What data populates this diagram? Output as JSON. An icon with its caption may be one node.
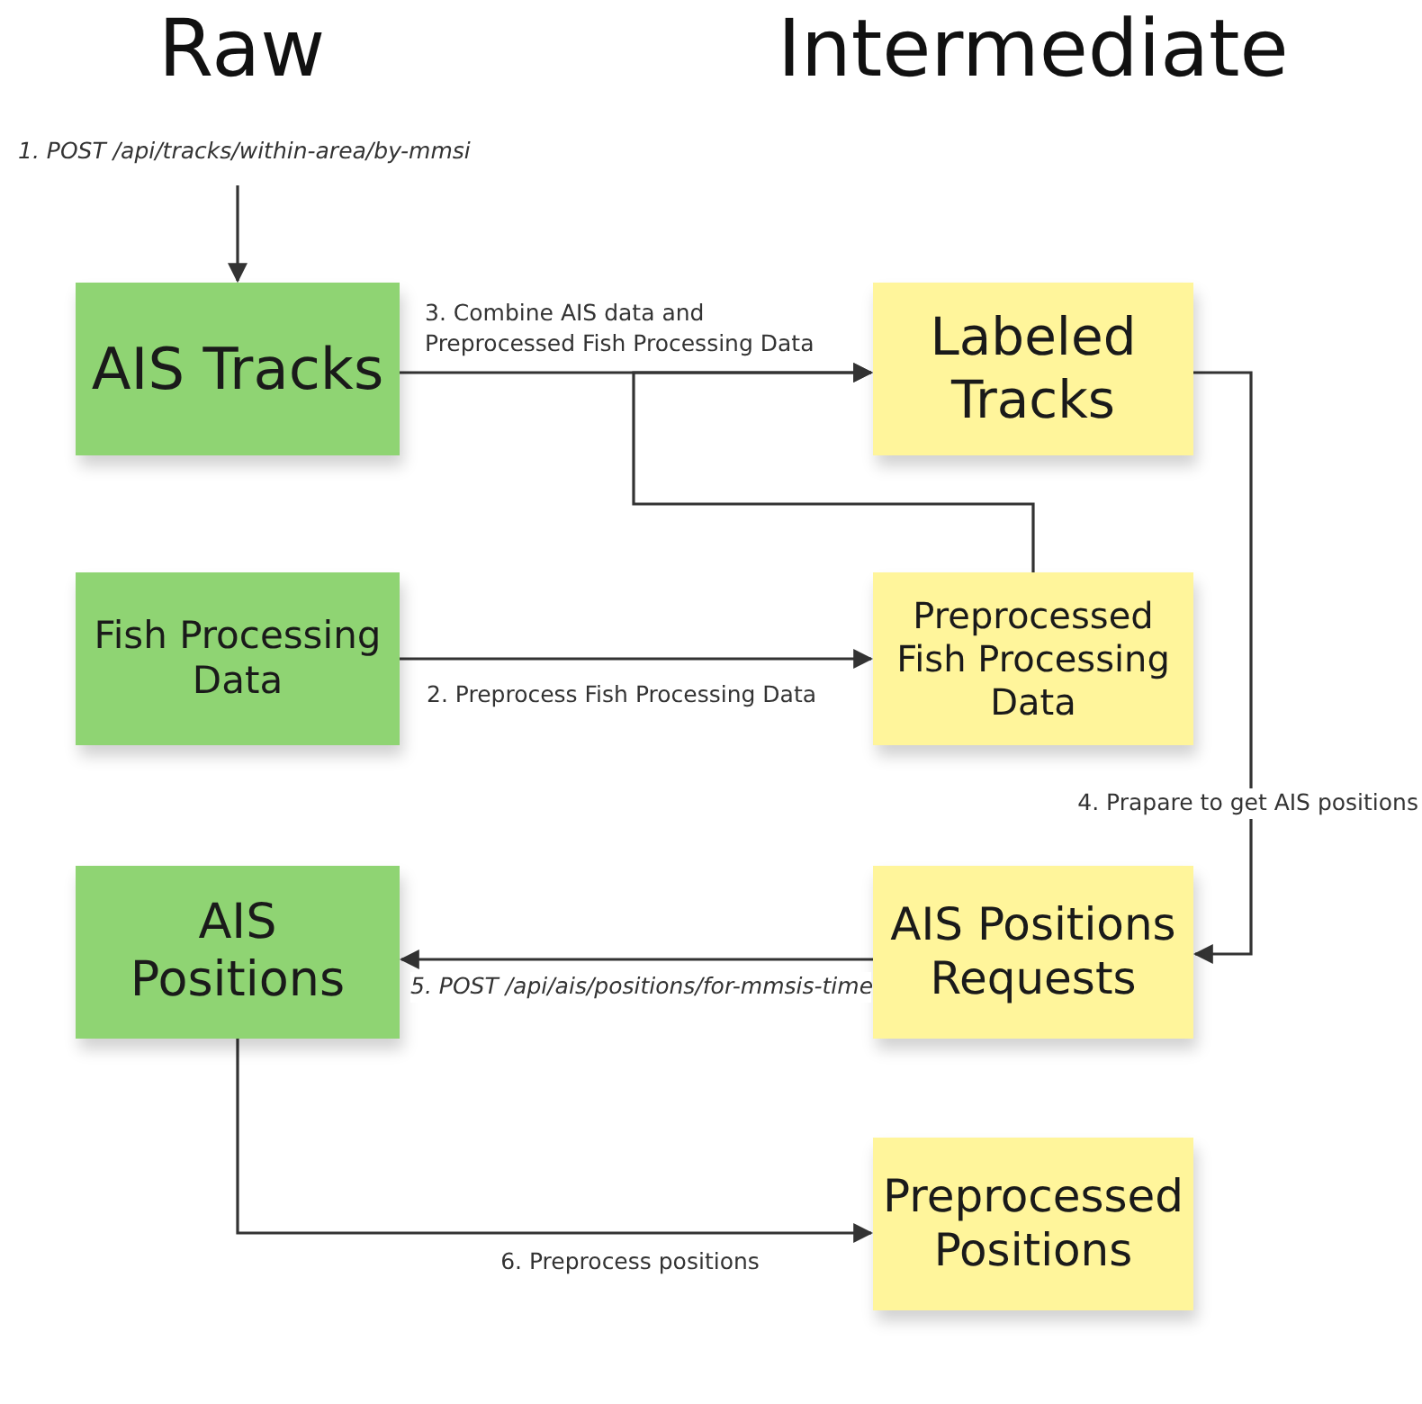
{
  "diagram": {
    "nodes": [
      {
        "text": [
          "AIS Tracks"
        ]
      },
      {
        "text": [
          "Labeled Tracks"
        ]
      },
      {
        "text": [
          "Fish Processing Data"
        ]
      },
      {
        "text": [
          "Preprocessed Fish Processing Data"
        ]
      },
      {
        "text": [
          "AIS Positions"
        ]
      },
      {
        "text": [
          "AIS Positions Requests"
        ]
      },
      {
        "text": [
          "Preprocessed Positions"
        ]
      }
    ],
    "edges": [
      {
        "from": null,
        "to": 0,
        "arrow": "to",
        "label": "1. POST /api/tracks/within-area/by-mmsi"
      },
      {
        "from": 0,
        "to": 1,
        "arrow": "to",
        "label": "3. Combine AIS data and Preprocessed Fish Processing Data"
      },
      {
        "from": 3,
        "to": 1,
        "arrow": "to"
      },
      {
        "from": 2,
        "to": 3,
        "arrow": "to",
        "label": "2. Preprocess Fish Processing Data"
      },
      {
        "from": 1,
        "to": 5,
        "arrow": "to",
        "label": "4. Prapare to get AIS positions"
      },
      {
        "from": 5,
        "to": 4,
        "arrow": "to",
        "label": "5. POST /api/ais/positions/for-mmsis-time"
      },
      {
        "from": 4,
        "to": 6,
        "arrow": "to",
        "label": "6. Preprocess positions"
      }
    ],
    "labels": [
      "Raw",
      "Intermediate"
    ]
  }
}
